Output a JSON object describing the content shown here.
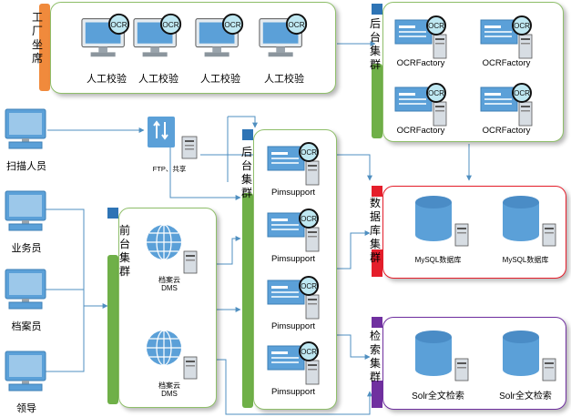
{
  "colors": {
    "factory": "#f08a3c",
    "backend": "#6fb048",
    "frontend": "#2e74b5",
    "database": "#e51e2b",
    "search": "#7030a0",
    "panel_border": "#8fbf6a",
    "wire": "#4f8fc0"
  },
  "factory": {
    "title": "工厂坐席",
    "stations": [
      {
        "badge": "OCR",
        "label": "人工校验",
        "icon": "monitor-ocr-icon"
      },
      {
        "badge": "OCR",
        "label": "人工校验",
        "icon": "monitor-ocr-icon"
      },
      {
        "badge": "OCR",
        "label": "人工校验",
        "icon": "monitor-ocr-icon"
      },
      {
        "badge": "OCR",
        "label": "人工校验",
        "icon": "monitor-ocr-icon"
      }
    ]
  },
  "backend_top": {
    "title": "后台集群",
    "servers": [
      {
        "badge": "OCR",
        "label": "OCRFactory"
      },
      {
        "badge": "OCR",
        "label": "OCRFactory"
      },
      {
        "badge": "OCR",
        "label": "OCRFactory"
      },
      {
        "badge": "OCR",
        "label": "OCRFactory"
      }
    ]
  },
  "users": [
    {
      "label": "扫描人员",
      "icon": "desktop-computer-icon"
    },
    {
      "label": "业务员",
      "icon": "desktop-computer-icon"
    },
    {
      "label": "档案员",
      "icon": "desktop-computer-icon"
    },
    {
      "label": "领导",
      "icon": "desktop-computer-icon"
    }
  ],
  "ftp": {
    "label": "FTP、共享",
    "icon": "file-share-server-icon"
  },
  "frontend": {
    "title": "前台集群",
    "nodes": [
      {
        "label_line1": "档案云",
        "label_line2": "DMS",
        "icon": "globe-server-icon"
      },
      {
        "label_line1": "档案云",
        "label_line2": "DMS",
        "icon": "globe-server-icon"
      }
    ]
  },
  "backend_mid": {
    "title": "后台集群",
    "nodes": [
      {
        "badge": "OCR",
        "label": "Pimsupport"
      },
      {
        "badge": "OCR",
        "label": "Pimsupport"
      },
      {
        "badge": "OCR",
        "label": "Pimsupport"
      },
      {
        "badge": "OCR",
        "label": "Pimsupport"
      }
    ]
  },
  "database": {
    "title": "数据库集群",
    "nodes": [
      {
        "label": "MySQL数据库",
        "icon": "database-cylinder-icon"
      },
      {
        "label": "MySQL数据库",
        "icon": "database-cylinder-icon"
      }
    ]
  },
  "search": {
    "title": "检索集群",
    "nodes": [
      {
        "label": "Solr全文检索",
        "icon": "database-cylinder-icon"
      },
      {
        "label": "Solr全文检索",
        "icon": "database-cylinder-icon"
      }
    ]
  }
}
